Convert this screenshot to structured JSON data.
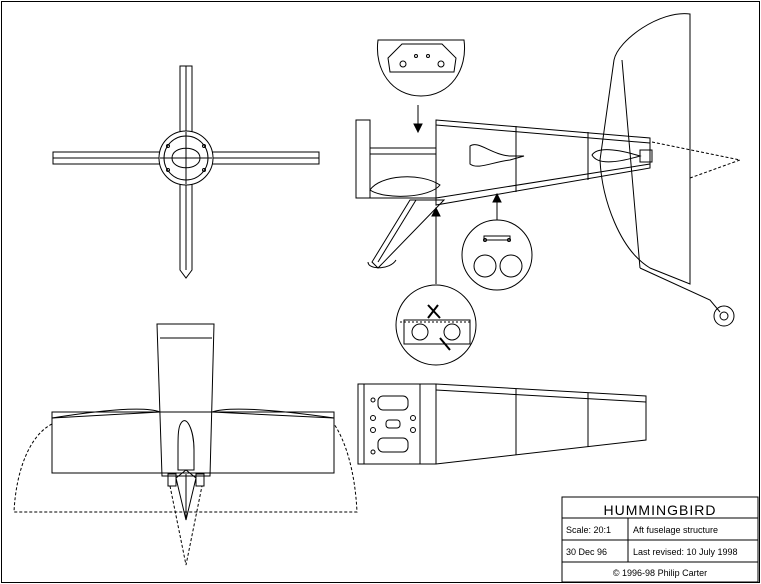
{
  "title_block": {
    "title": "HUMMINGBIRD",
    "scale": "Scale: 20:1",
    "description": "Aft fuselage structure",
    "date": "30 Dec 96",
    "revised": "Last revised: 10 July 1998",
    "copyright": "© 1996-98 Philip Carter"
  },
  "colors": {
    "line": "#000000",
    "paper": "#ffffff"
  }
}
